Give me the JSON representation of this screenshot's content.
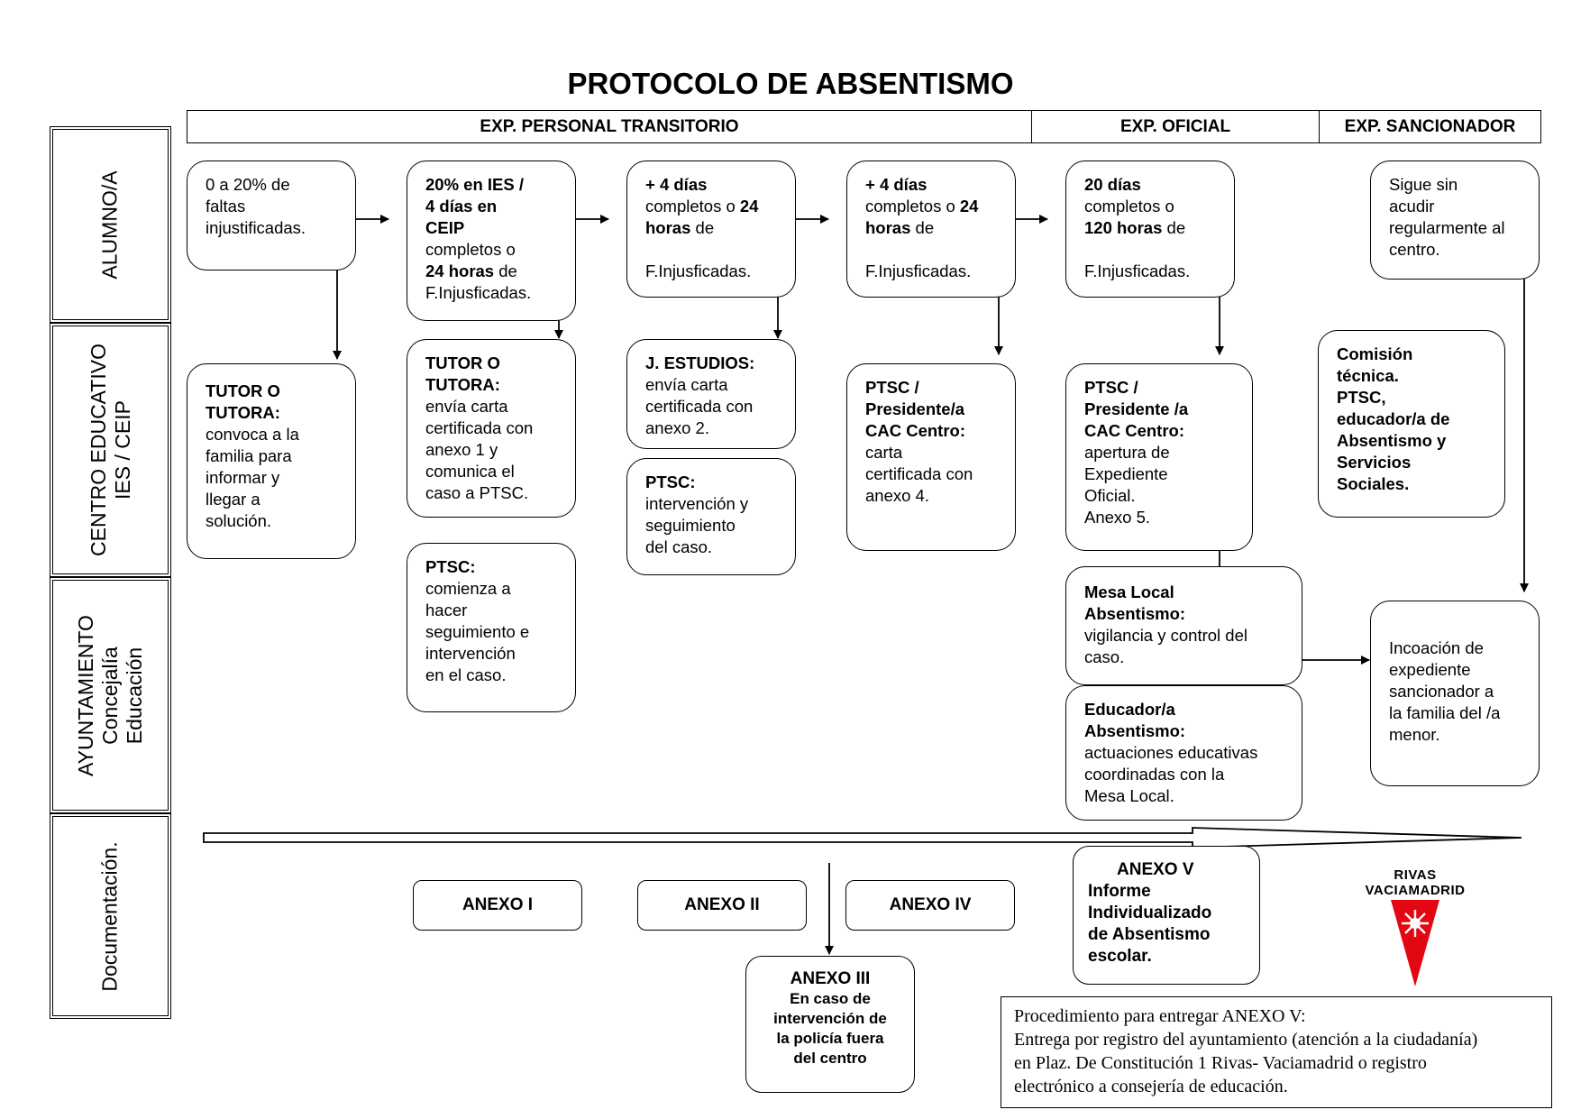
{
  "title": "PROTOCOLO DE ABSENTISMO",
  "lanes": {
    "alumno": "ALUMNO/A",
    "centro_1": "CENTRO EDUCATIVO",
    "centro_2": "IES / CEIP",
    "ayto_1": "AYUNTAMIENTO",
    "ayto_2": "Concejalía",
    "ayto_3": "Educación",
    "doc": "Documentación."
  },
  "headers": {
    "personal": "EXP. PERSONAL TRANSITORIO",
    "oficial": "EXP. OFICIAL",
    "sancionador": "EXP. SANCIONADOR"
  },
  "alumno": {
    "b1": [
      "0 a 20% de",
      "faltas",
      "injustificadas."
    ],
    "b2": [
      "20% en IES /",
      " 4  días en",
      "CEIP",
      "completos o",
      "24  horas",
      " de",
      "F.Injusficadas."
    ],
    "b3": [
      "+ 4 días",
      "completos o ",
      "24",
      "horas",
      "  de",
      "F.Injusficadas."
    ],
    "b4": [
      "+ 4 días",
      "completos o ",
      "24",
      "horas",
      "  de",
      "F.Injusficadas."
    ],
    "b5": [
      "20 días",
      "completos o",
      "120 horas",
      " de",
      "F.Injusficadas."
    ],
    "b6": [
      "Sigue sin",
      "acudir",
      "regularmente al",
      "centro."
    ]
  },
  "centro": {
    "tutor": [
      "TUTOR O",
      "TUTORA:",
      "convoca a la",
      "familia para",
      "informar y",
      "llegar a",
      "solución."
    ],
    "tutor2": [
      "TUTOR O",
      "TUTORA:",
      "envía carta",
      "certificada con",
      "anexo 1 y",
      "comunica el",
      "caso a PTSC."
    ],
    "ptsc_a": [
      "PTSC:",
      "comienza a",
      "hacer",
      "seguimiento  e",
      "intervención",
      "en el caso."
    ],
    "jest": [
      "J. ESTUDIOS:",
      "envía carta",
      "certificada con",
      "anexo 2."
    ],
    "ptsc_b": [
      "PTSC:",
      "intervención y",
      "seguimiento",
      "del caso."
    ],
    "ptsc_c": [
      "PTSC /",
      "Presidente/a",
      "CAC Centro:",
      "carta",
      "certificada con",
      "anexo 4."
    ],
    "ptsc_d": [
      "PTSC /",
      "Presidente /a",
      "CAC Centro:",
      "apertura  de",
      "Expediente",
      "Oficial.",
      "Anexo 5."
    ],
    "comision": [
      "Comisión",
      "técnica.",
      "PTSC,",
      "educador/a de",
      "Absentismo y",
      "Servicios",
      "Sociales."
    ]
  },
  "ayto": {
    "mesa": [
      "Mesa Local",
      "Absentismo:",
      "vigilancia y control del",
      "caso."
    ],
    "educador": [
      "Educador/a",
      "Absentismo:",
      "actuaciones educativas",
      "coordinadas con la",
      "Mesa Local."
    ],
    "incoacion": [
      "Incoación de",
      "expediente",
      "sancionador a",
      "la familia del /a",
      "menor."
    ]
  },
  "docs": {
    "anexo1": "ANEXO I",
    "anexo2": "ANEXO II",
    "anexo4": "ANEXO IV",
    "anexo3": [
      "ANEXO III",
      "En caso de",
      "intervención de",
      "la policía fuera",
      "del centro"
    ],
    "anexo5": [
      "ANEXO V",
      "Informe",
      "Individualizado",
      "de Absentismo",
      "escolar."
    ]
  },
  "procedimiento": [
    "Procedimiento para entregar ANEXO V:",
    "Entrega por registro del ayuntamiento (atención a la ciudadanía)",
    "en  Plaz. De Constitución 1 Rivas- Vaciamadrid  o registro",
    "electrónico a consejería de educación."
  ],
  "logo": {
    "line1": "RIVAS",
    "line2": "VACIAMADRID",
    "color": "#e30613"
  }
}
